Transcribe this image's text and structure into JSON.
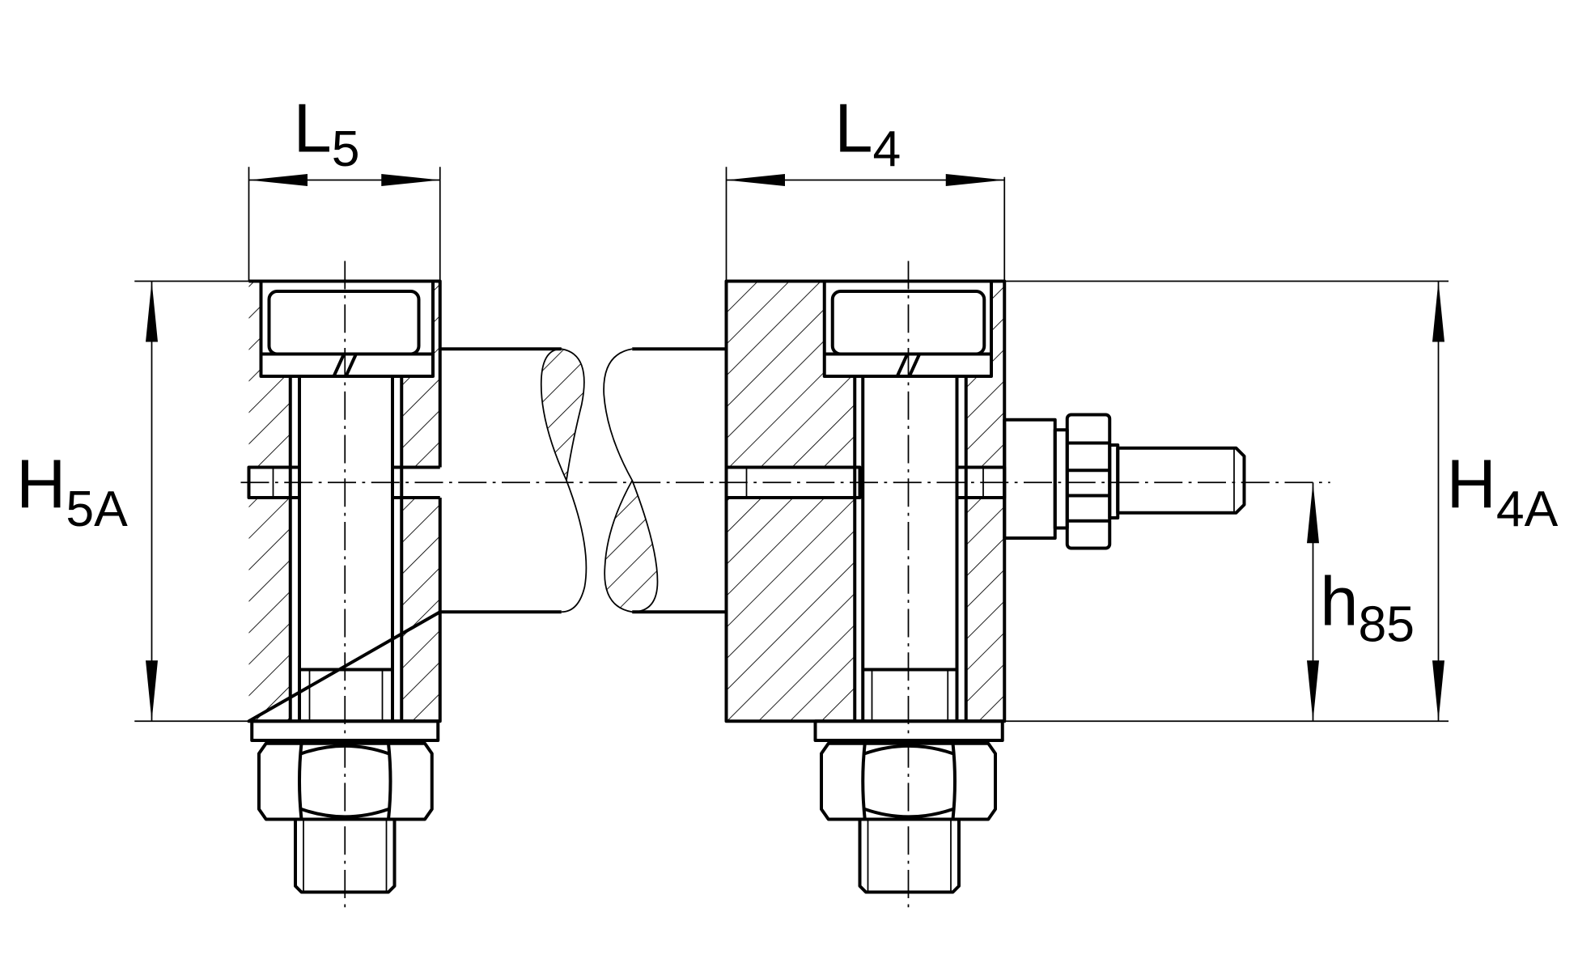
{
  "title": "Clamping fixture section drawing",
  "dimensions": {
    "L5": {
      "main": "L",
      "sub": "5"
    },
    "L4": {
      "main": "L",
      "sub": "4"
    },
    "H5A": {
      "main": "H",
      "sub": "5A"
    },
    "H4A": {
      "main": "H",
      "sub": "4A"
    },
    "h85": {
      "main": "h",
      "sub": "85"
    }
  },
  "colors": {
    "line": "#000000",
    "background": "#ffffff"
  }
}
